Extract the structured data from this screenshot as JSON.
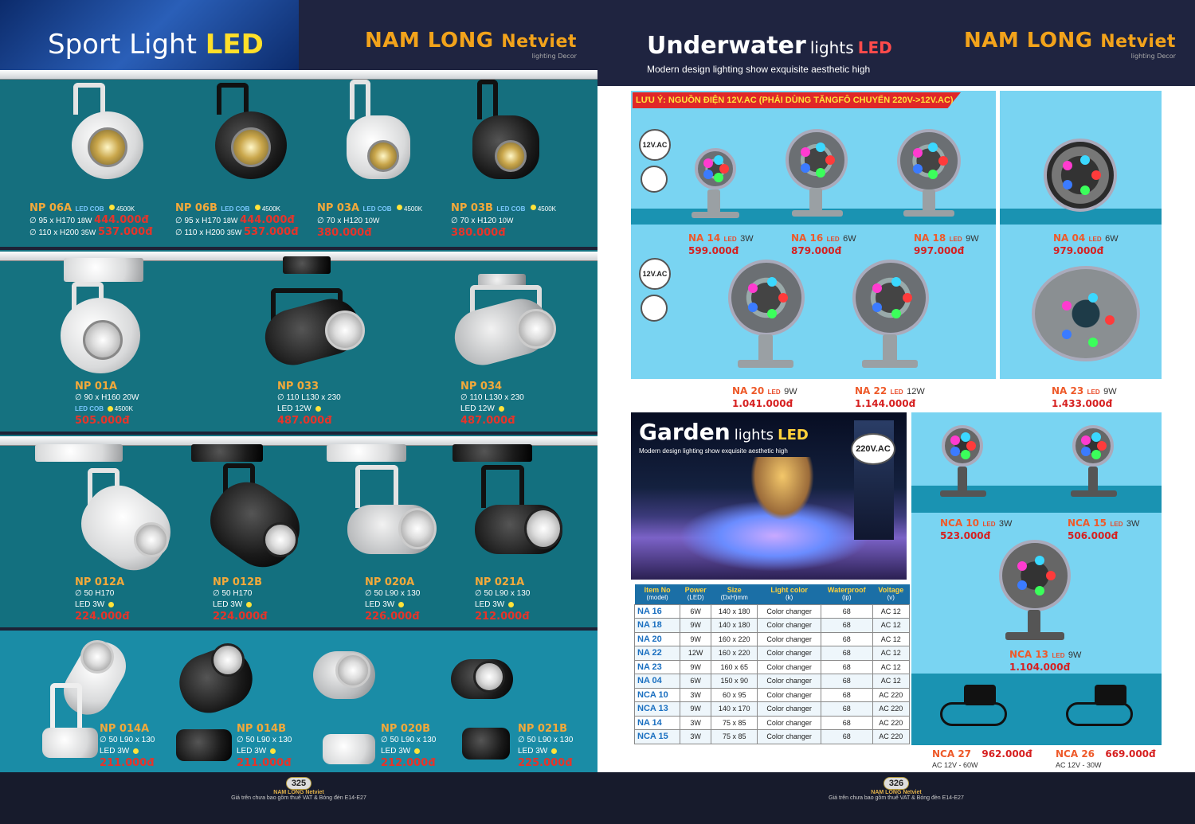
{
  "left": {
    "title_main": "Sport Light",
    "title_led": "LED",
    "brand": "NAM LONG",
    "brand2": "Netviet",
    "brand_sub": "lighting Decor",
    "row1": [
      {
        "name": "NP 06A",
        "led": "LED COB",
        "k": "4500K",
        "l1": "∅ 95 x H170",
        "w1": "18W",
        "p1": "444.000đ",
        "l2": "∅ 110 x H200",
        "w2": "35W",
        "p2": "537.000đ"
      },
      {
        "name": "NP 06B",
        "led": "LED COB",
        "k": "4500K",
        "l1": "∅ 95 x H170",
        "w1": "18W",
        "p1": "444.000đ",
        "l2": "∅ 110 x H200",
        "w2": "35W",
        "p2": "537.000đ"
      },
      {
        "name": "NP 03A",
        "led": "LED COB",
        "k": "4500K",
        "l1": "∅ 70 x H120",
        "w1": "10W",
        "p1": "380.000đ"
      },
      {
        "name": "NP 03B",
        "led": "LED COB",
        "k": "4500K",
        "l1": "∅ 70 x H120",
        "w1": "10W",
        "p1": "380.000đ"
      }
    ],
    "row2": [
      {
        "name": "NP 01A",
        "l1": "∅ 90 x H160",
        "w1": "20W",
        "l2": "LED COB",
        "k": "4500K",
        "price": "505.000đ"
      },
      {
        "name": "NP 033",
        "l1": "∅ 110   L130 x 230",
        "l2": "LED  12W",
        "price": "487.000đ"
      },
      {
        "name": "NP 034",
        "l1": "∅ 110   L130 x 230",
        "l2": "LED  12W",
        "price": "487.000đ"
      }
    ],
    "row3": [
      {
        "name": "NP 012A",
        "l1": "∅ 50  H170",
        "l2": "LED  3W",
        "price": "224.000đ"
      },
      {
        "name": "NP 012B",
        "l1": "∅ 50  H170",
        "l2": "LED  3W",
        "price": "224.000đ"
      },
      {
        "name": "NP 020A",
        "l1": "∅ 50  L90 x 130",
        "l2": "LED  3W",
        "price": "226.000đ"
      },
      {
        "name": "NP 021A",
        "l1": "∅ 50  L90 x 130",
        "l2": "LED  3W",
        "price": "212.000đ"
      }
    ],
    "row4": [
      {
        "name": "NP 014A",
        "l1": "∅ 50  L90 x 130",
        "l2": "LED 3W",
        "price": "211.000đ"
      },
      {
        "name": "NP 014B",
        "l1": "∅ 50  L90 x 130",
        "l2": "LED 3W",
        "price": "211.000đ"
      },
      {
        "name": "NP 020B",
        "l1": "∅ 50  L90 x 130",
        "l2": "LED 3W",
        "price": "212.000đ"
      },
      {
        "name": "NP 021B",
        "l1": "∅ 50  L90 x 130",
        "l2": "LED 3W",
        "price": "225.000đ"
      }
    ],
    "page": "325",
    "foot_brand": "NAM LONG Netviet",
    "foot_note": "Giá trên chưa bao gồm thuế VAT & Bóng đèn E14-E27"
  },
  "right": {
    "title_main": "Underwater",
    "title_sub": "lights",
    "title_led": "LED",
    "subtitle": "Modern design lighting show exquisite aesthetic high",
    "brand": "NAM LONG",
    "brand2": "Netviet",
    "brand_sub": "lighting Decor",
    "notice": "LƯU Ý: NGUỒN ĐIỆN 12V.AC (PHẢI DÙNG TĂNGFÔ CHUYỂN  220V->12V.AC)",
    "badge": "12V.AC",
    "uw1": [
      {
        "name": "NA 14",
        "led": "LED",
        "pow": "3W",
        "price": "599.000đ"
      },
      {
        "name": "NA 16",
        "led": "LED",
        "pow": "6W",
        "price": "879.000đ"
      },
      {
        "name": "NA 18",
        "led": "LED",
        "pow": "9W",
        "price": "997.000đ"
      },
      {
        "name": "NA 04",
        "led": "LED",
        "pow": "6W",
        "price": "979.000đ"
      }
    ],
    "uw2": [
      {
        "name": "NA 20",
        "led": "LED",
        "pow": "9W",
        "price": "1.041.000đ"
      },
      {
        "name": "NA 22",
        "led": "LED",
        "pow": "12W",
        "price": "1.144.000đ"
      },
      {
        "name": "NA 23",
        "led": "LED",
        "pow": "9W",
        "price": "1.433.000đ"
      }
    ],
    "garden_main": "Garden",
    "garden_sub": "lights",
    "garden_led": "LED",
    "garden_subtitle": "Modern design lighting show exquisite aesthetic high",
    "garden_badge": "220V.AC",
    "table_head": [
      [
        "Item No",
        "(model)"
      ],
      [
        "Power",
        "(LED)"
      ],
      [
        "Size",
        "(DxH)mm"
      ],
      [
        "Light color",
        "(k)"
      ],
      [
        "Waterproof",
        "(ip)"
      ],
      [
        "Voltage",
        "(v)"
      ]
    ],
    "table_rows": [
      [
        "NA 16",
        "6W",
        "140 x 180",
        "Color changer",
        "68",
        "AC 12"
      ],
      [
        "NA 18",
        "9W",
        "140 x 180",
        "Color changer",
        "68",
        "AC 12"
      ],
      [
        "NA 20",
        "9W",
        "160 x 220",
        "Color changer",
        "68",
        "AC 12"
      ],
      [
        "NA 22",
        "12W",
        "160 x 220",
        "Color changer",
        "68",
        "AC 12"
      ],
      [
        "NA 23",
        "9W",
        "160 x 65",
        "Color changer",
        "68",
        "AC 12"
      ],
      [
        "NA 04",
        "6W",
        "150 x 90",
        "Color changer",
        "68",
        "AC 12"
      ],
      [
        "NCA 10",
        "3W",
        "60 x 95",
        "Color changer",
        "68",
        "AC 220"
      ],
      [
        "NCA 13",
        "9W",
        "140 x 170",
        "Color changer",
        "68",
        "AC 220"
      ],
      [
        "NA 14",
        "3W",
        "75 x 85",
        "Color changer",
        "68",
        "AC 220"
      ],
      [
        "NCA 15",
        "3W",
        "75 x 85",
        "Color changer",
        "68",
        "AC 220"
      ]
    ],
    "garden": [
      {
        "name": "NCA 10",
        "led": "LED",
        "pow": "3W",
        "price": "523.000đ"
      },
      {
        "name": "NCA 15",
        "led": "LED",
        "pow": "3W",
        "price": "506.000đ"
      },
      {
        "name": "NCA 13",
        "led": "LED",
        "pow": "9W",
        "price": "1.104.000đ"
      }
    ],
    "adapters": [
      {
        "name": "NCA 27",
        "price": "962.000đ",
        "spec": "AC 12V - 60W"
      },
      {
        "name": "NCA 26",
        "price": "669.000đ",
        "spec": "AC 12V - 30W"
      }
    ],
    "page": "326",
    "foot_brand": "NAM LONG Netviet",
    "foot_note": "Giá trên chưa bao gồm thuế VAT & Bóng đèn E14-E27"
  }
}
